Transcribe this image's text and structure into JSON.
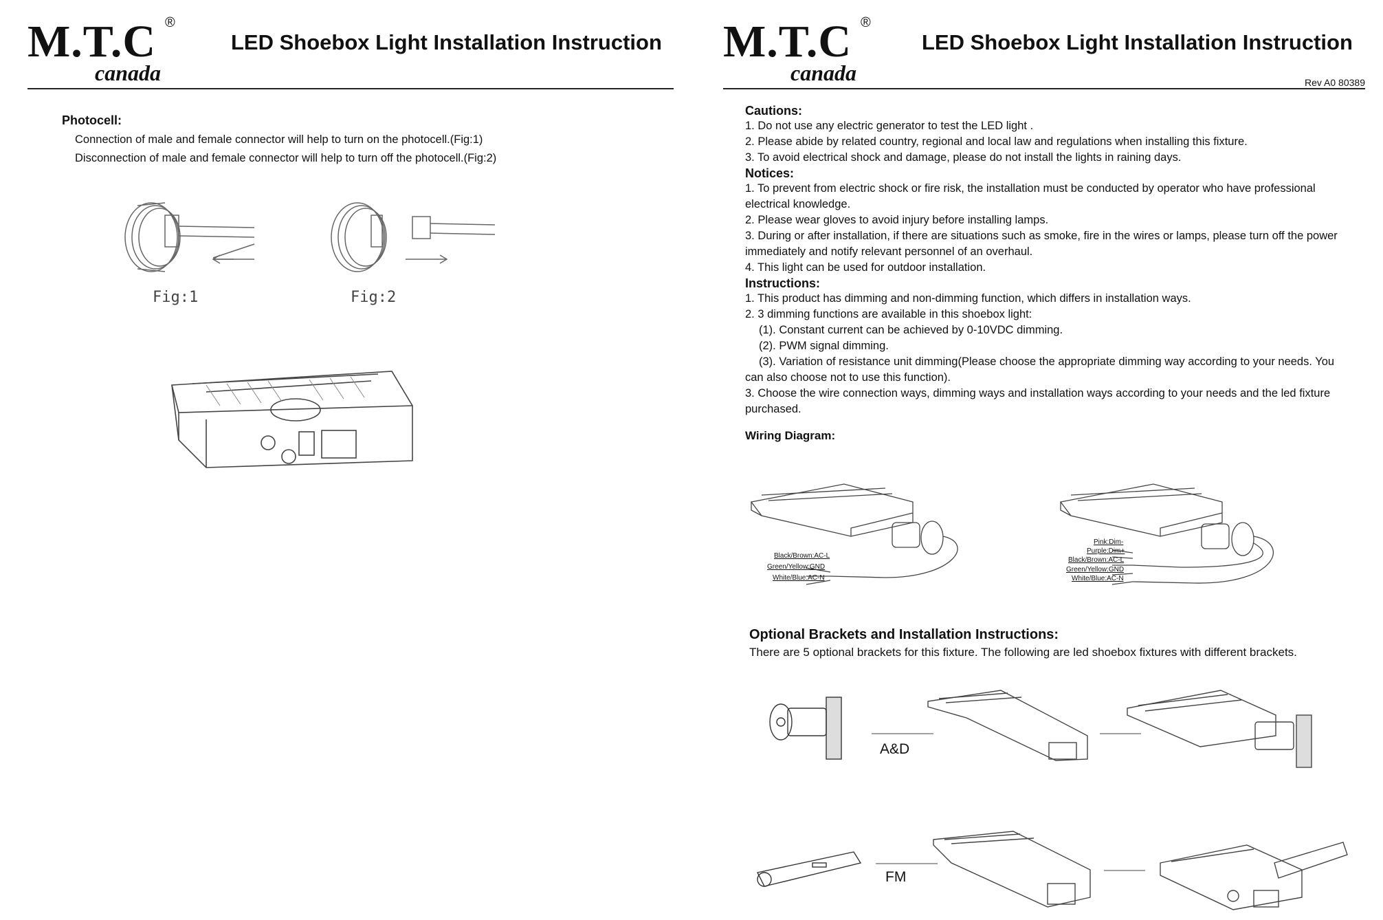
{
  "brand": {
    "name": "M.T.C",
    "registered": "®",
    "sub": "canada"
  },
  "doc_title": "LED Shoebox Light Installation Instruction",
  "revision": "Rev A0  80389",
  "photocell": {
    "heading": "Photocell:",
    "lines": [
      "Connection of male and female connector will help to turn on the photocell.(Fig:1)",
      "Disconnection of male and female connector will help to turn off the photocell.(Fig:2)"
    ],
    "fig1": "Fig:1",
    "fig2": "Fig:2"
  },
  "cautions": {
    "heading": "Cautions:",
    "items": [
      "1. Do not use any electric generator to test the LED light .",
      "2. Please abide by related country, regional and local law and regulations when installing this fixture.",
      "3. To avoid electrical shock and damage, please do not install the lights in raining days."
    ]
  },
  "notices": {
    "heading": "Notices:",
    "items": [
      "1. To prevent from electric shock or fire risk, the installation must be conducted by operator who have professional",
      "electrical knowledge.",
      "2. Please wear gloves to avoid injury before installing lamps.",
      "3. During or after installation, if there are situations such as smoke, fire in the wires or lamps, please turn off the power",
      "immediately and notify relevant personnel of an overhaul.",
      "4. This light can be used for outdoor installation."
    ]
  },
  "instructions": {
    "heading": "Instructions:",
    "items": [
      "1. This product has dimming and non-dimming function, which differs in installation ways.",
      "2. 3 dimming functions are available in this shoebox light:",
      "(1). Constant current can be achieved by 0-10VDC dimming.",
      "(2). PWM signal dimming.",
      "(3). Variation of resistance unit dimming(Please choose the appropriate dimming way according to your needs. You",
      "can also choose not to use this function).",
      "3. Choose the wire connection ways, dimming ways and installation ways according to your needs and the led fixture",
      "purchased."
    ]
  },
  "wiring": {
    "heading": "Wiring Diagram:",
    "left_labels": [
      "Black/Brown:AC-L",
      "Green/Yellow:GND",
      "White/Blue:AC-N"
    ],
    "right_labels": [
      "Pink:Dim-",
      "Purple:Dim+",
      "Black/Brown:AC-L",
      "Green/Yellow:GND",
      "White/Blue:AC-N"
    ]
  },
  "brackets": {
    "heading": "Optional Brackets and Installation Instructions:",
    "intro": "There are 5 optional brackets for this fixture. The following are led shoebox fixtures with different brackets.",
    "labels": [
      "A&D",
      "FM"
    ]
  }
}
